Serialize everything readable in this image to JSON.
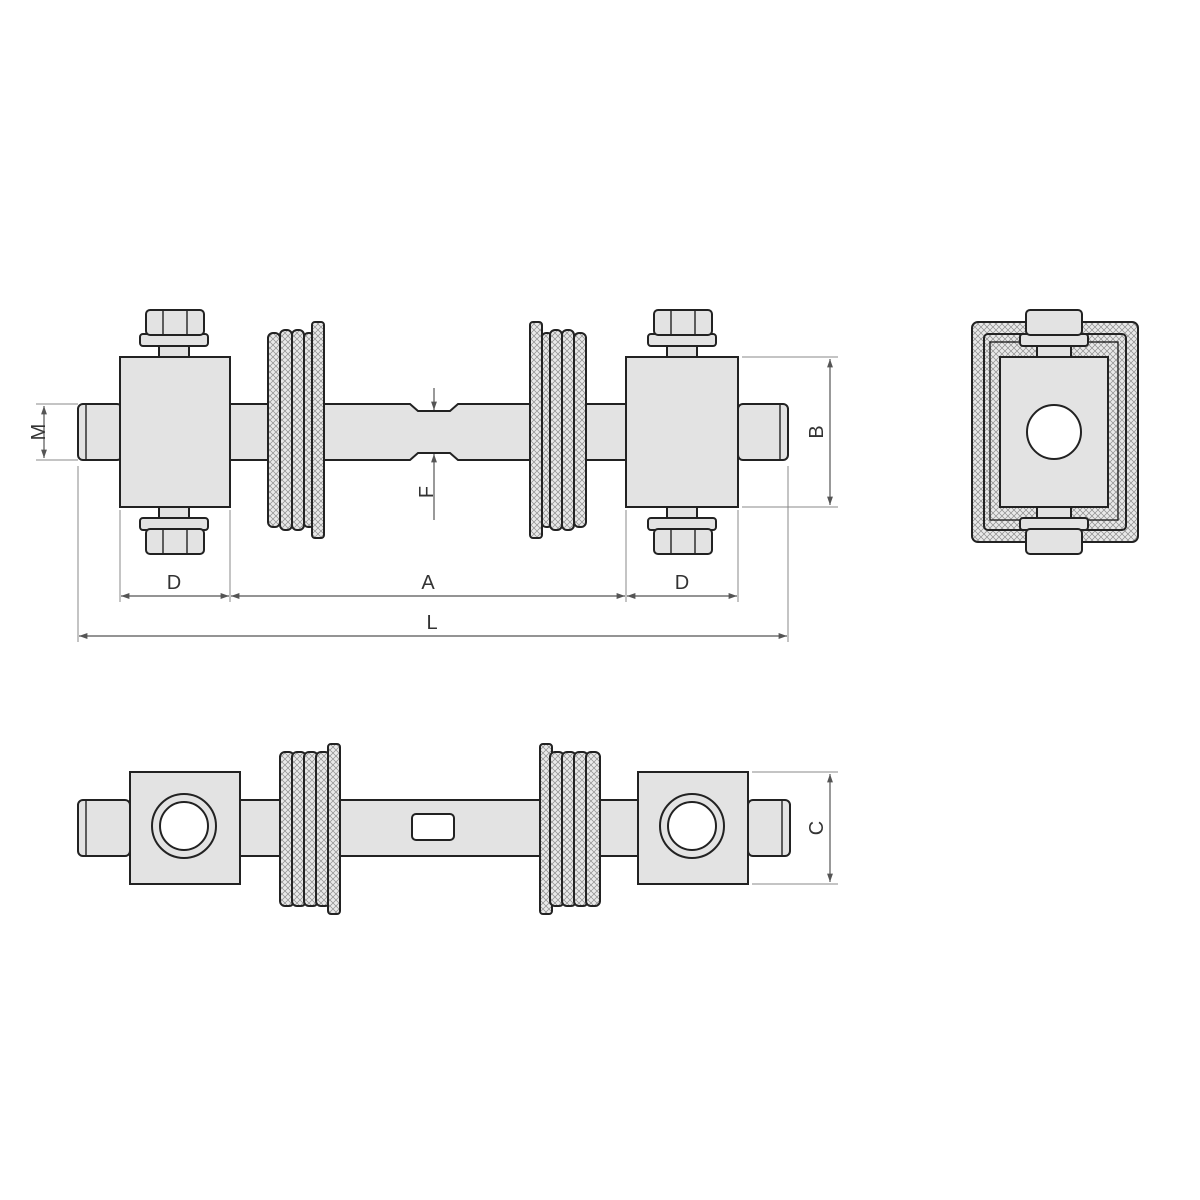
{
  "colors": {
    "line": "#222222",
    "dimension": "#555555",
    "fill": "#e3e3e3",
    "hatch": "#9a9a9a",
    "background": "#ffffff"
  },
  "dimensions": {
    "M": "M",
    "D_left": "D",
    "A": "A",
    "D_right": "D",
    "L": "L",
    "F": "F",
    "B": "B",
    "C": "C"
  }
}
